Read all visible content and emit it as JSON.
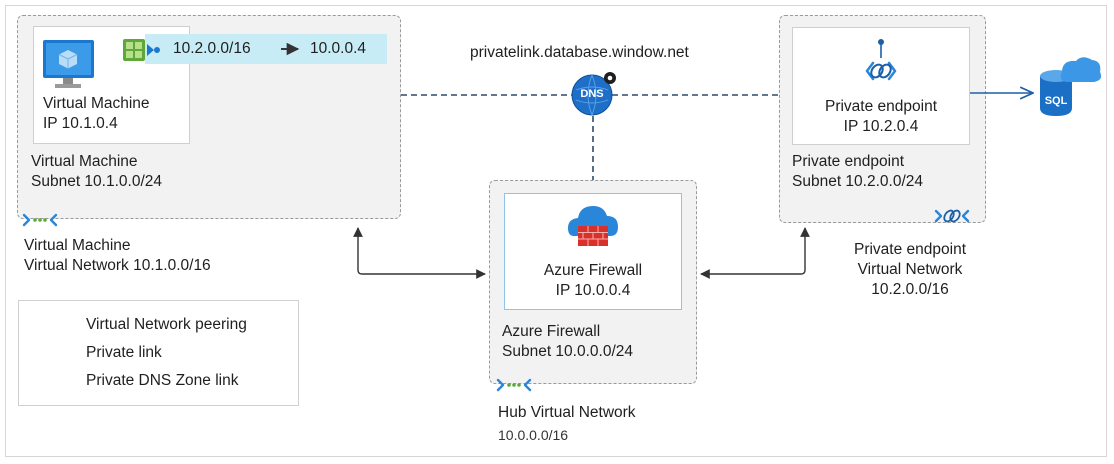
{
  "dns_zone": {
    "name": "privatelink.database.window.net",
    "badge": "DNS"
  },
  "vm": {
    "card_title": "Virtual Machine",
    "card_ip": "IP 10.1.0.4",
    "route_from": "10.2.0.0/16",
    "route_to": "10.0.0.4",
    "subnet_name": "Virtual Machine",
    "subnet_range": "Subnet 10.1.0.0/24",
    "vnet_name": "Virtual Machine",
    "vnet_range": "Virtual Network 10.1.0.0/16"
  },
  "firewall": {
    "card_title": "Azure Firewall",
    "card_ip": "IP 10.0.0.4",
    "subnet_name": "Azure Firewall",
    "subnet_range": "Subnet 10.0.0.0/24",
    "vnet_name": "Hub Virtual Network",
    "vnet_range": "10.0.0.0/16"
  },
  "endpoint": {
    "card_title": "Private endpoint",
    "card_ip": "IP 10.2.0.4",
    "subnet_name": "Private endpoint",
    "subnet_range": "Subnet 10.2.0.0/24",
    "vnet_name": "Private endpoint",
    "vnet_line2": "Virtual Network",
    "vnet_range": "10.2.0.0/16"
  },
  "sql": {
    "label": "SQL"
  },
  "legend": [
    {
      "label": "Virtual Network peering"
    },
    {
      "label": "Private link"
    },
    {
      "label": "Private DNS Zone link"
    }
  ],
  "colors": {
    "accent": "#0078d4",
    "line": "#2e4a6b",
    "firewall_red": "#d9302c",
    "route_fill": "#c8ecf6"
  }
}
